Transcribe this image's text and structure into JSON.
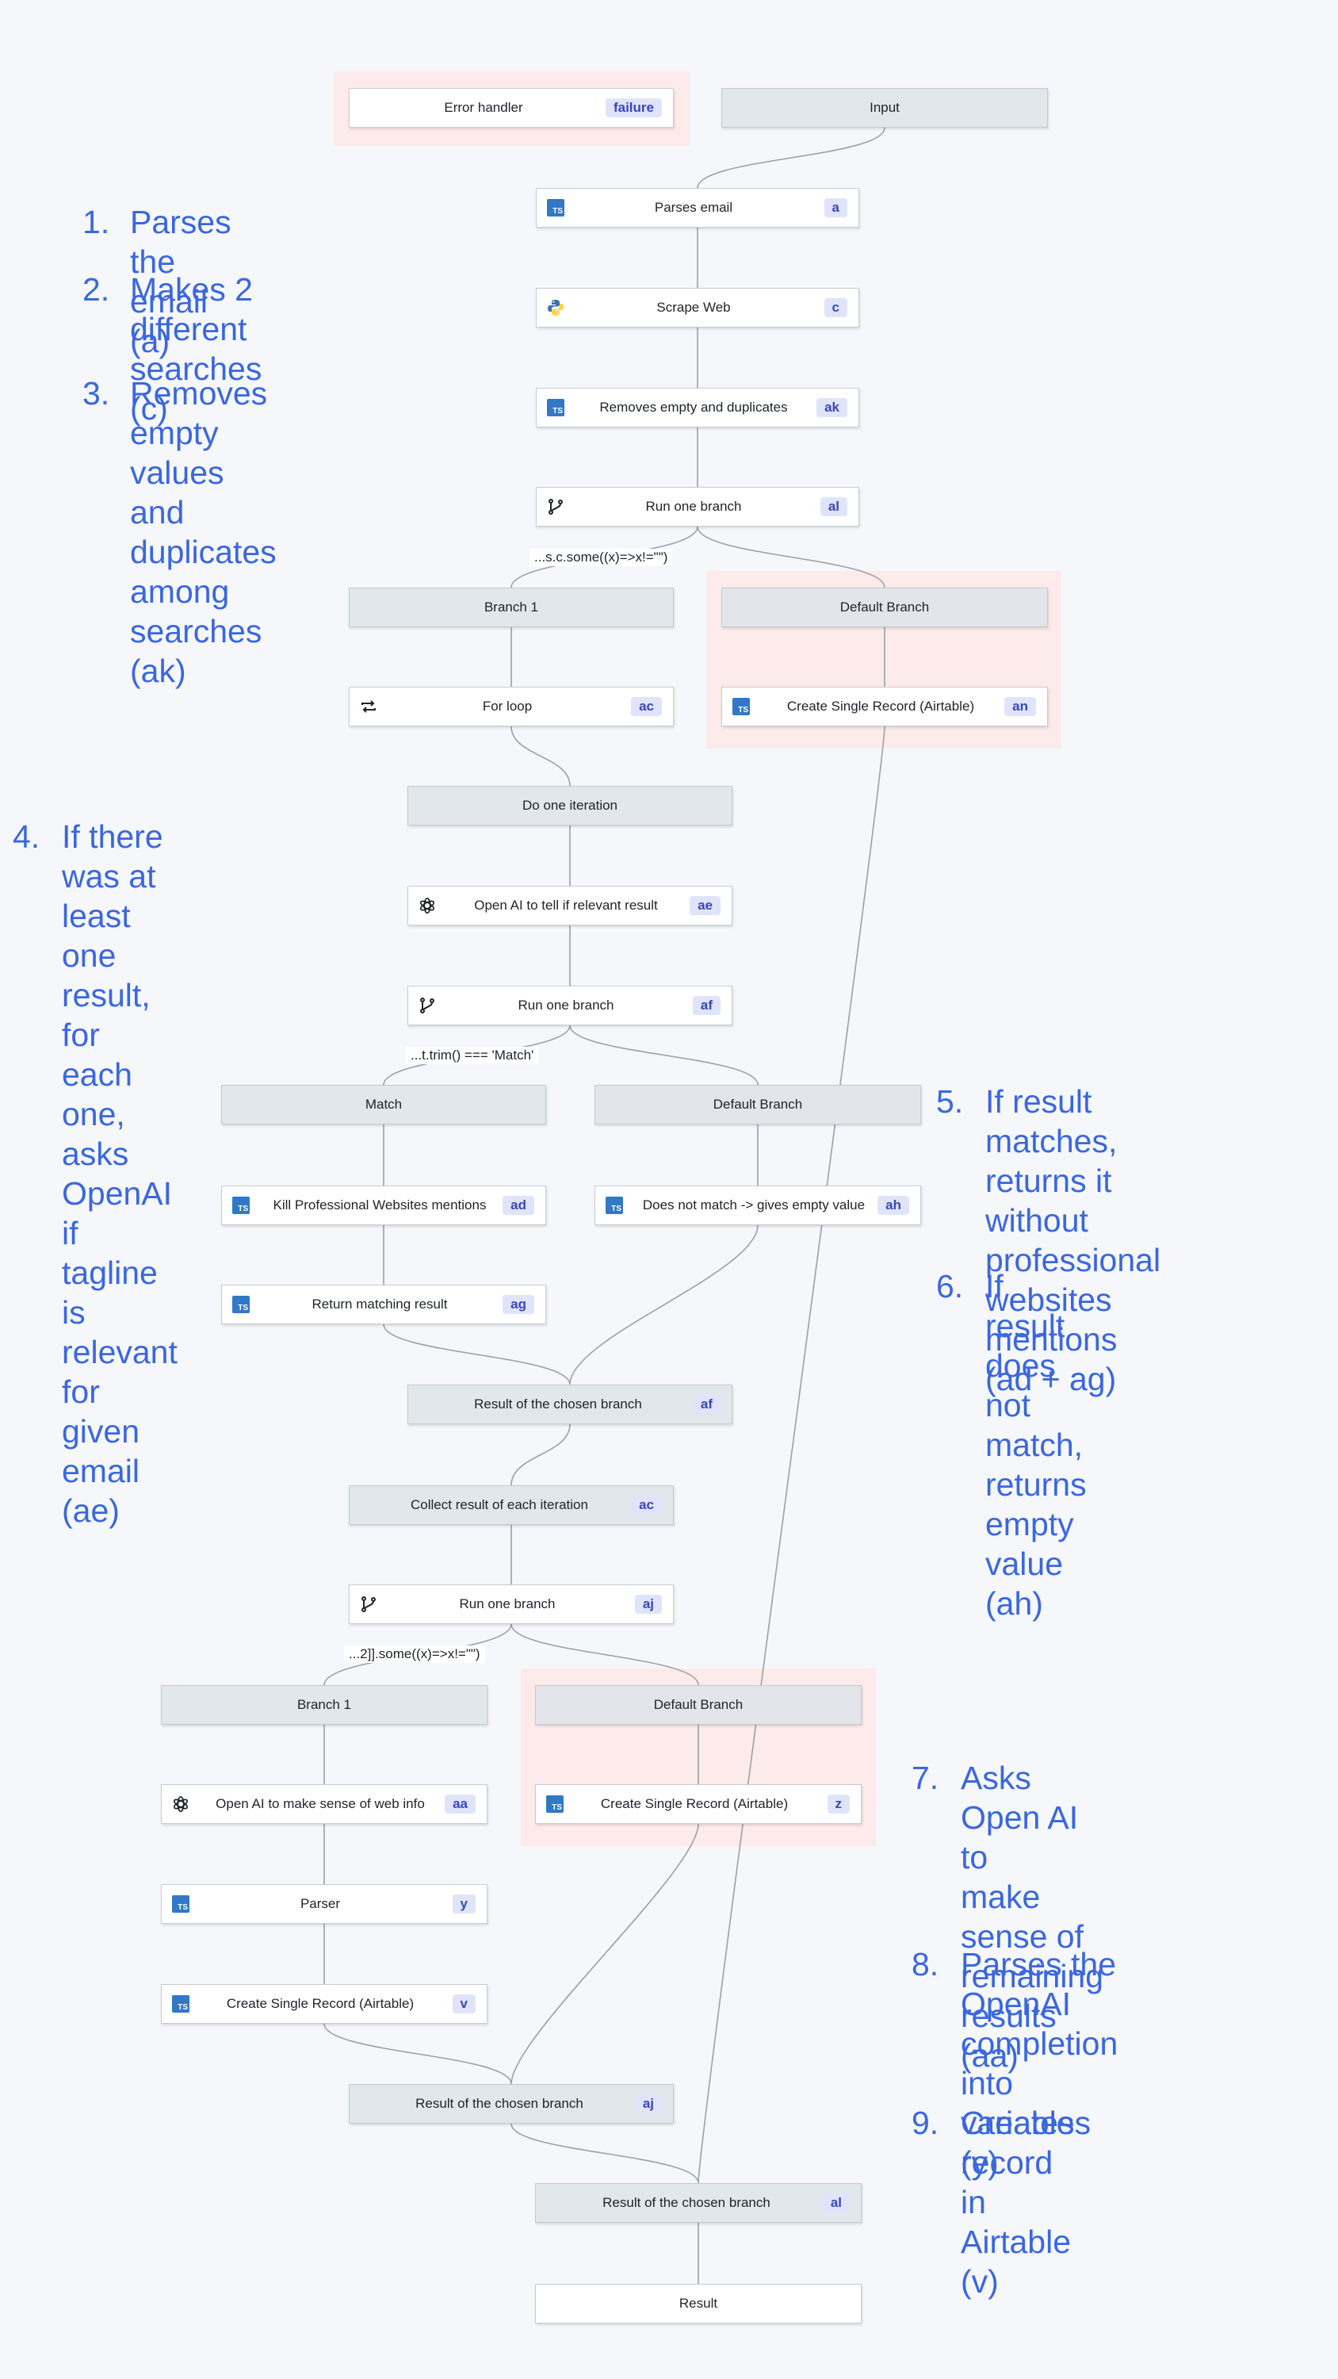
{
  "nodes": [
    {
      "key": "error",
      "label": "Error handler",
      "badge": "failure",
      "icon": ""
    },
    {
      "key": "input",
      "label": "Input",
      "badge": "",
      "icon": ""
    },
    {
      "key": "a",
      "label": "Parses email",
      "badge": "a",
      "icon": "typescript-icon"
    },
    {
      "key": "c",
      "label": "Scrape Web",
      "badge": "c",
      "icon": "python-icon"
    },
    {
      "key": "ak",
      "label": "Removes empty and duplicates",
      "badge": "ak",
      "icon": "typescript-icon"
    },
    {
      "key": "al",
      "label": "Run one branch",
      "badge": "al",
      "icon": "branch-icon"
    },
    {
      "key": "b1",
      "label": "Branch 1",
      "badge": "",
      "icon": ""
    },
    {
      "key": "dflt1",
      "label": "Default Branch",
      "badge": "",
      "icon": ""
    },
    {
      "key": "ac",
      "label": "For loop",
      "badge": "ac",
      "icon": "loop-icon"
    },
    {
      "key": "an",
      "label": "Create Single Record (Airtable)",
      "badge": "an",
      "icon": "typescript-icon"
    },
    {
      "key": "iter",
      "label": "Do one iteration",
      "badge": "",
      "icon": ""
    },
    {
      "key": "ae",
      "label": "Open AI to tell if relevant result",
      "badge": "ae",
      "icon": "openai-icon"
    },
    {
      "key": "af",
      "label": "Run one branch",
      "badge": "af",
      "icon": "branch-icon"
    },
    {
      "key": "match",
      "label": "Match",
      "badge": "",
      "icon": ""
    },
    {
      "key": "dflt2",
      "label": "Default Branch",
      "badge": "",
      "icon": ""
    },
    {
      "key": "ad",
      "label": "Kill Professional Websites mentions",
      "badge": "ad",
      "icon": "typescript-icon"
    },
    {
      "key": "ah",
      "label": "Does not match -> gives empty value",
      "badge": "ah",
      "icon": "typescript-icon"
    },
    {
      "key": "ag",
      "label": "Return matching result",
      "badge": "ag",
      "icon": "typescript-icon"
    },
    {
      "key": "raf",
      "label": "Result of the chosen branch",
      "badge": "af",
      "icon": ""
    },
    {
      "key": "cac",
      "label": "Collect result of each iteration",
      "badge": "ac",
      "icon": ""
    },
    {
      "key": "aj",
      "label": "Run one branch",
      "badge": "aj",
      "icon": "branch-icon"
    },
    {
      "key": "b1b",
      "label": "Branch 1",
      "badge": "",
      "icon": ""
    },
    {
      "key": "dflt3",
      "label": "Default Branch",
      "badge": "",
      "icon": ""
    },
    {
      "key": "aa",
      "label": "Open AI to make sense of web info",
      "badge": "aa",
      "icon": "openai-icon"
    },
    {
      "key": "z",
      "label": "Create Single Record (Airtable)",
      "badge": "z",
      "icon": "typescript-icon"
    },
    {
      "key": "y",
      "label": "Parser",
      "badge": "y",
      "icon": "typescript-icon"
    },
    {
      "key": "v",
      "label": "Create Single Record (Airtable)",
      "badge": "v",
      "icon": "typescript-icon"
    },
    {
      "key": "raj",
      "label": "Result of the chosen branch",
      "badge": "aj",
      "icon": ""
    },
    {
      "key": "ral",
      "label": "Result of the chosen branch",
      "badge": "al",
      "icon": ""
    },
    {
      "key": "result",
      "label": "Result",
      "badge": "",
      "icon": ""
    }
  ],
  "conditions": [
    "...s.c.some((x)=>x!=\"\")",
    "...t.trim() === 'Match'",
    "...2]].some((x)=>x!=\"\")"
  ],
  "annotations": [
    {
      "num": "1.",
      "text": "Parses the email (a)"
    },
    {
      "num": "2.",
      "text": "Makes 2 different\nsearches (c)"
    },
    {
      "num": "3.",
      "text": "Removes empty values\nand duplicates among\nsearches (ak)"
    },
    {
      "num": "4.",
      "text": "If there was at least\none result, for each\none, asks OpenAI if\ntagline is relevant\nfor given email (ae)"
    },
    {
      "num": "5.",
      "text": "If result matches,\nreturns it without\nprofessional websites\nmentions (ad + ag)"
    },
    {
      "num": "6.",
      "text": "If result does not\nmatch, returns empty\nvalue (ah)"
    },
    {
      "num": "7.",
      "text": "Asks Open AI to\nmake sense of\nremaining results\n(aa)"
    },
    {
      "num": "8.",
      "text": "Parses the OpenAI\ncompletion into\nvariables (y)"
    },
    {
      "num": "9.",
      "text": "Creates record in\nAirtable (v)"
    }
  ],
  "colors": {
    "annotation": "#3a67e0",
    "badge_bg": "#e0e4fb",
    "badge_text": "#3a46b8",
    "error_zone": "#fcebea",
    "edge": "#9aa1a9"
  }
}
